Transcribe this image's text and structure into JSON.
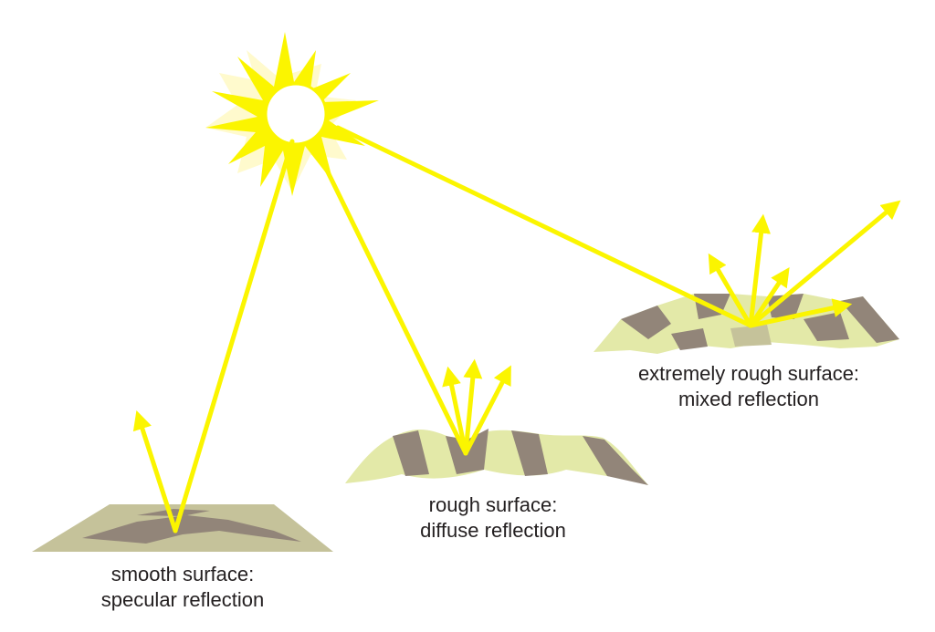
{
  "colors": {
    "light_ray": "#fbf500",
    "sun_core": "#ffffff",
    "sun_glow": "#fffacd",
    "surface_light": "#e3e9a8",
    "surface_dark": "#928579",
    "surface_flat": "#c5c29a"
  },
  "captions": {
    "smooth": {
      "line1": "smooth surface:",
      "line2": "specular reflection"
    },
    "rough": {
      "line1": "rough surface:",
      "line2": "diffuse reflection"
    },
    "extreme": {
      "line1": "extremely rough surface:",
      "line2": "mixed reflection"
    }
  }
}
